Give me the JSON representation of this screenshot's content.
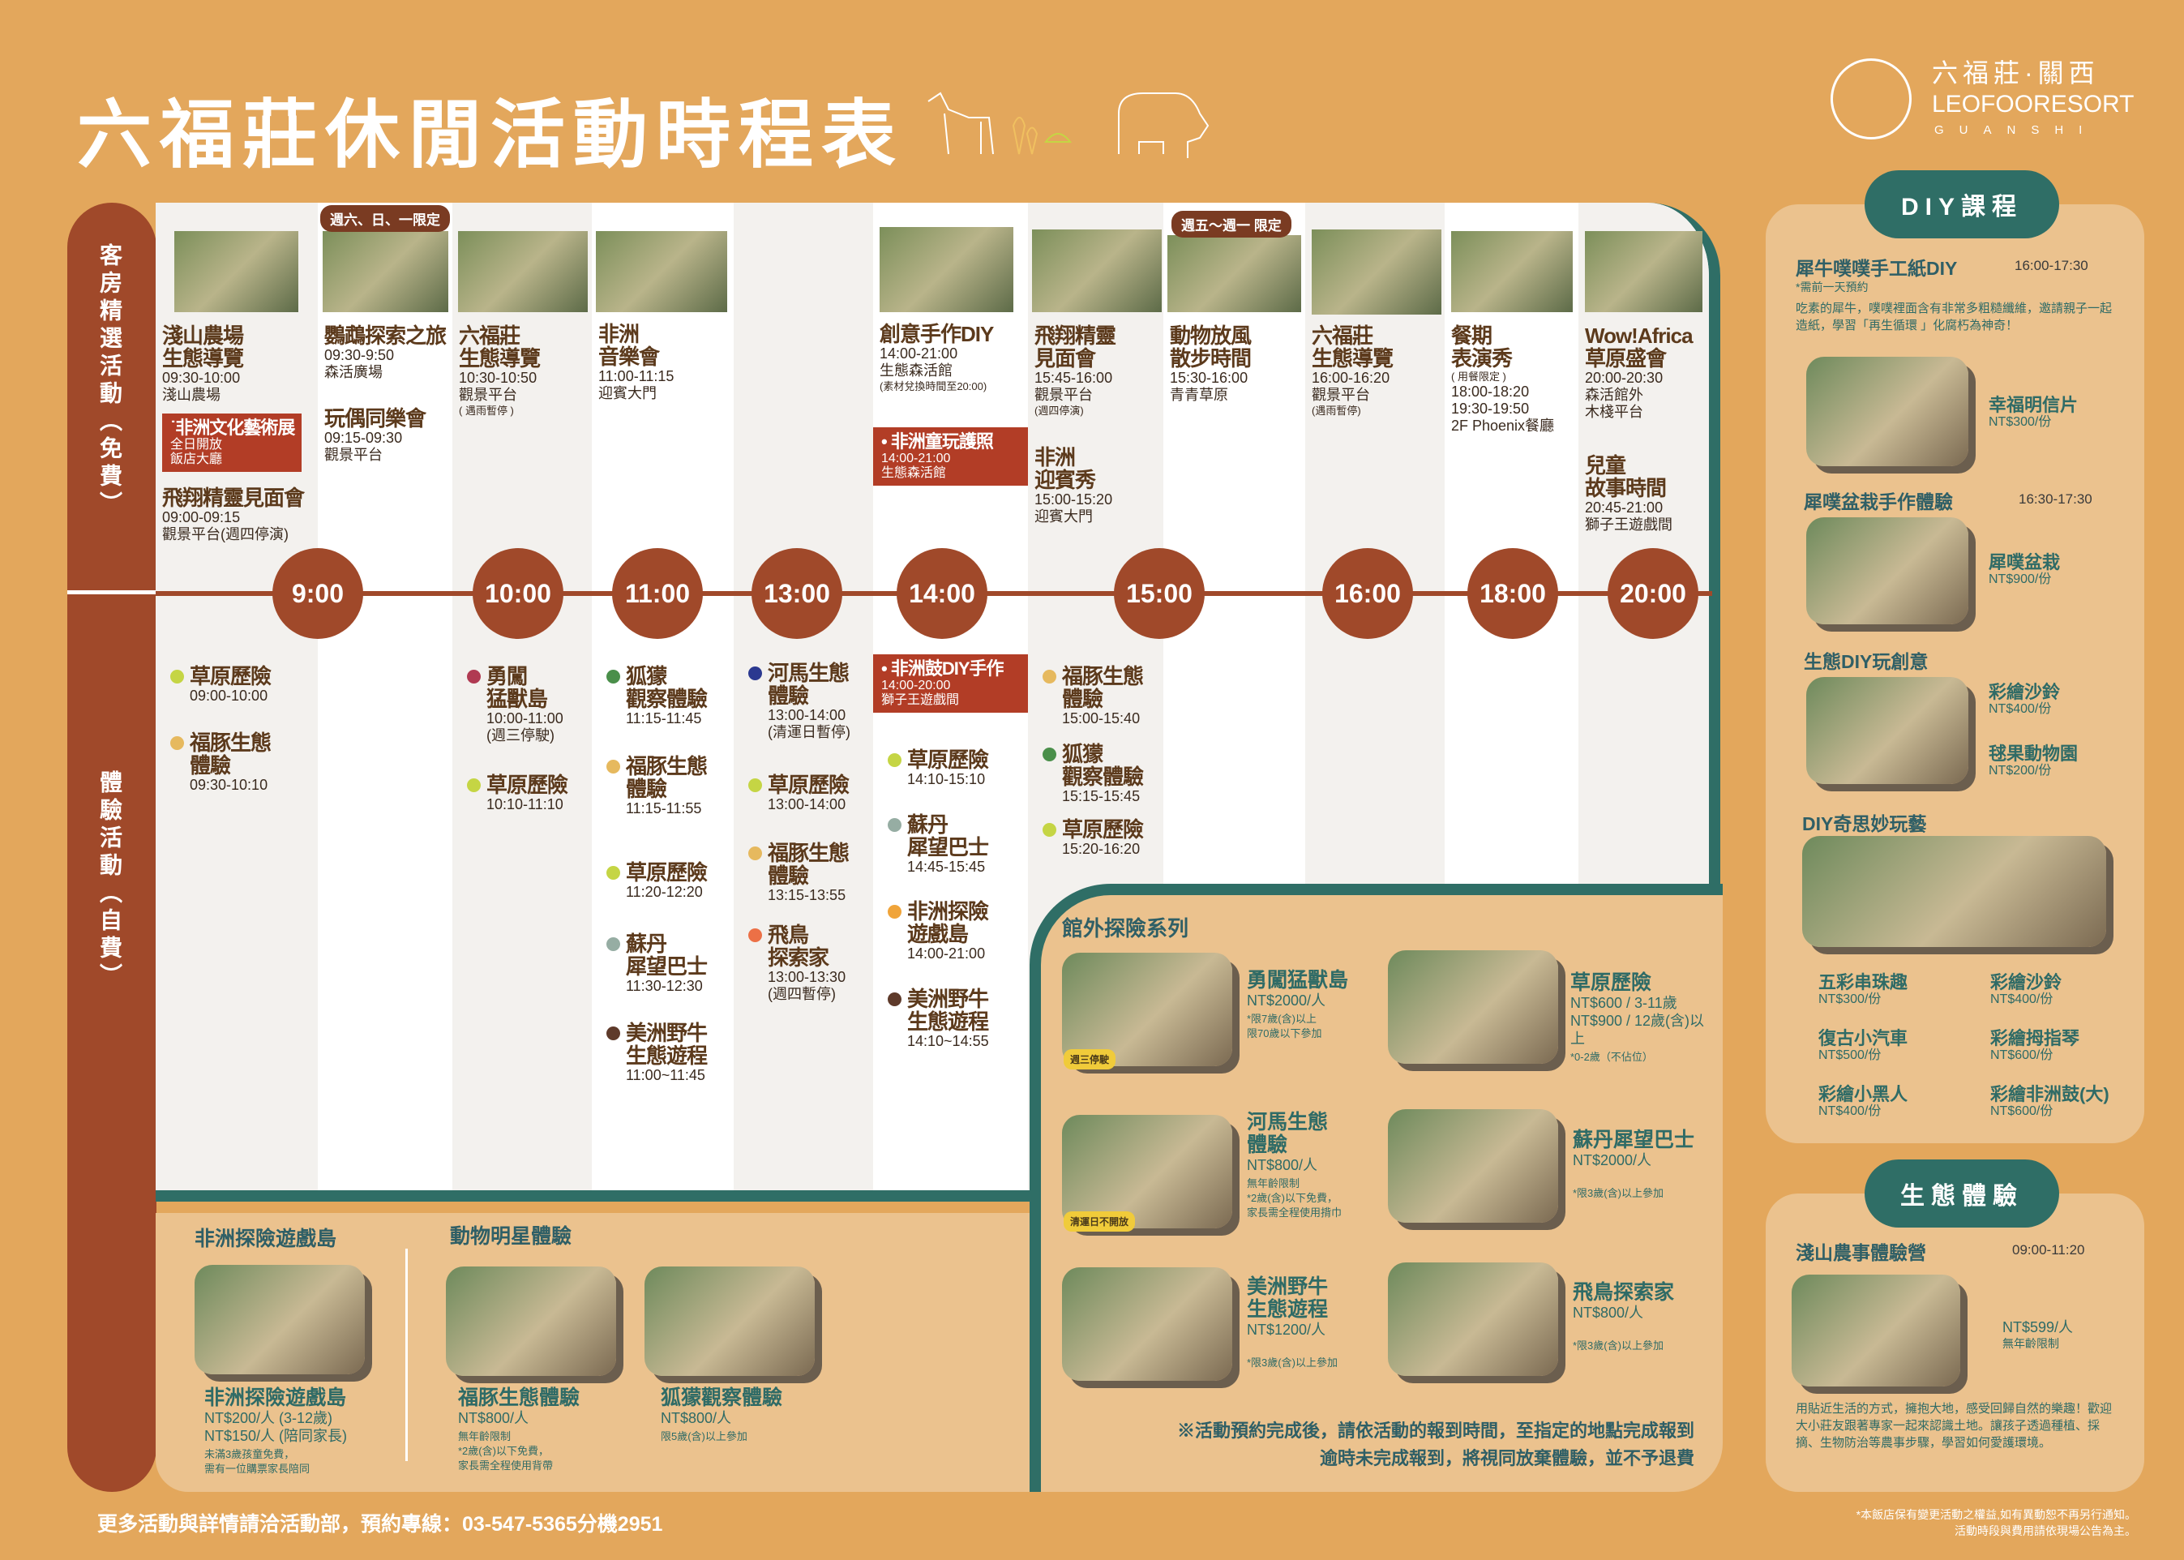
{
  "header": {
    "title": "六福莊休閒活動時程表"
  },
  "logo": {
    "line1": "六福莊·關西",
    "line2": "LEOFOORESORT",
    "line3": "GUANSHI"
  },
  "side_labels": {
    "free": "客房精選活動（免費）",
    "paid": "體驗活動（自費）"
  },
  "timeline": [
    "9:00",
    "10:00",
    "11:00",
    "13:00",
    "14:00",
    "15:00",
    "16:00",
    "18:00",
    "20:00"
  ],
  "free_columns": [
    {
      "items": [
        {
          "title": "淺山農場\n生態導覽",
          "time": "09:30-10:00",
          "location": "淺山農場"
        },
        {
          "highlight": true,
          "title": "˙非洲文化藝術展",
          "time": "全日開放",
          "location": "飯店大廳"
        },
        {
          "title": "飛翔精靈見面會",
          "time": "09:00-09:15",
          "location": "觀景平台(週四停演)"
        }
      ]
    },
    {
      "badge": "週六、日、一限定",
      "items": [
        {
          "title": "鸚鵡探索之旅",
          "time": "09:30-9:50",
          "location": "森活廣場"
        },
        {
          "title": "玩偶同樂會",
          "time": "09:15-09:30",
          "location": "觀景平台"
        }
      ]
    },
    {
      "items": [
        {
          "title": "六福莊\n生態導覽",
          "time": "10:30-10:50",
          "location": "觀景平台",
          "note": "( 遇雨暫停 )"
        }
      ]
    },
    {
      "items": [
        {
          "title": "非洲\n音樂會",
          "time": "11:00-11:15",
          "location": "迎賓大門"
        }
      ]
    },
    {
      "items": []
    },
    {
      "items": [
        {
          "title": "創意手作DIY",
          "time": "14:00-21:00",
          "location": "生態森活館",
          "note": "(素材兌換時間至20:00)"
        },
        {
          "highlight": true,
          "title": "• 非洲童玩護照",
          "time": "14:00-21:00",
          "location": "生態森活館"
        }
      ]
    },
    {
      "items": [
        {
          "title": "飛翔精靈\n見面會",
          "time": "15:45-16:00",
          "location": "觀景平台",
          "note": "(週四停演)"
        },
        {
          "title": "非洲\n迎賓秀",
          "time": "15:00-15:20",
          "location": "迎賓大門"
        }
      ]
    },
    {
      "badge": "週五～週一 限定",
      "items": [
        {
          "title": "動物放風\n散步時間",
          "time": "15:30-16:00",
          "location": "青青草原"
        }
      ]
    },
    {
      "items": [
        {
          "title": "六福莊\n生態導覽",
          "time": "16:00-16:20",
          "location": "觀景平台",
          "note": "(遇雨暫停)"
        }
      ]
    },
    {
      "items": [
        {
          "title": "餐期\n表演秀",
          "note": "( 用餐限定 )",
          "time": "18:00-18:20\n19:30-19:50",
          "location": "2F Phoenix餐廳"
        }
      ]
    },
    {
      "items": [
        {
          "title": "Wow!Africa\n草原盛會",
          "time": "20:00-20:30",
          "location": "森活館外\n木棧平台"
        },
        {
          "title": "兒童\n故事時間",
          "time": "20:45-21:00",
          "location": "獅子王遊戲間"
        }
      ]
    }
  ],
  "paid_columns": [
    [
      {
        "dot": "#C5D544",
        "title": "草原歷險",
        "time": "09:00-10:00"
      },
      {
        "dot": "#E6B95E",
        "title": "福豚生態\n體驗",
        "time": "09:30-10:10"
      }
    ],
    [],
    [
      {
        "dot": "#B03A52",
        "title": "勇闖\n猛獸島",
        "time": "10:00-11:00\n(週三停駛)"
      },
      {
        "dot": "#C5D544",
        "title": "草原歷險",
        "time": "10:10-11:10"
      }
    ],
    [
      {
        "dot": "#4A8F4A",
        "title": "狐獴\n觀察體驗",
        "time": "11:15-11:45"
      },
      {
        "dot": "#E6B95E",
        "title": "福豚生態\n體驗",
        "time": "11:15-11:55"
      },
      {
        "dot": "#C5D544",
        "title": "草原歷險",
        "time": "11:20-12:20"
      },
      {
        "dot": "#96ADA3",
        "title": "蘇丹\n犀望巴士",
        "time": "11:30-12:30"
      },
      {
        "dot": "#5E3A2A",
        "title": "美洲野牛\n生態遊程",
        "time": "11:00~11:45"
      }
    ],
    [
      {
        "dot": "#2B3990",
        "title": "河馬生態\n體驗",
        "time": "13:00-14:00\n(清運日暫停)"
      },
      {
        "dot": "#C5D544",
        "title": "草原歷險",
        "time": "13:00-14:00"
      },
      {
        "dot": "#E6B95E",
        "title": "福豚生態\n體驗",
        "time": "13:15-13:55"
      },
      {
        "dot": "#EC7046",
        "title": "飛鳥\n探索家",
        "time": "13:00-13:30\n(週四暫停)"
      }
    ],
    [
      {
        "highlight": true,
        "title": "• 非洲鼓DIY手作",
        "time": "14:00-20:00",
        "location": "獅子王遊戲間"
      },
      {
        "dot": "#C5D544",
        "title": "草原歷險",
        "time": "14:10-15:10"
      },
      {
        "dot": "#96ADA3",
        "title": "蘇丹\n犀望巴士",
        "time": "14:45-15:45"
      },
      {
        "dot": "#F0A43A",
        "title": "非洲探險\n遊戲島",
        "time": "14:00-21:00"
      },
      {
        "dot": "#5E3A2A",
        "title": "美洲野牛\n生態遊程",
        "time": "14:10~14:55"
      }
    ],
    [
      {
        "dot": "#E6B95E",
        "title": "福豚生態\n體驗",
        "time": "15:00-15:40"
      },
      {
        "dot": "#4A8F4A",
        "title": "狐獴\n觀察體驗",
        "time": "15:15-15:45"
      },
      {
        "dot": "#C5D544",
        "title": "草原歷險",
        "time": "15:20-16:20"
      }
    ]
  ],
  "outdoor": {
    "title": "館外探險系列",
    "cards": [
      {
        "title": "勇闖猛獸島",
        "price": "NT$2000/人",
        "notes": "*限7歲(含)以上\n限70歲以下參加",
        "tag": "週三停駛"
      },
      {
        "title": "草原歷險",
        "price": "NT$600 / 3-11歲\nNT$900 / 12歲(含)以上",
        "notes": "*0-2歲（不佔位）"
      },
      {
        "title": "河馬生態\n體驗",
        "price": "NT$800/人",
        "notes": "無年齡限制\n*2歲(含)以下免費，\n家長需全程使用揹巾",
        "tag": "清運日不開放"
      },
      {
        "title": "蘇丹犀望巴士",
        "price": "NT$2000/人",
        "notes": "\n*限3歲(含)以上參加"
      },
      {
        "title": "美洲野牛\n生態遊程",
        "price": "NT$1200/人",
        "notes": "\n*限3歲(含)以上參加"
      },
      {
        "title": "飛鳥探索家",
        "price": "NT$800/人",
        "notes": "\n*限3歲(含)以上參加"
      }
    ]
  },
  "lower": {
    "section1": "非洲探險遊戲島",
    "section2": "動物明星體驗",
    "cards": [
      {
        "title": "非洲探險遊戲島",
        "price": "NT$200/人 (3-12歲)\nNT$150/人 (陪同家長)",
        "notes": "未滿3歲孩童免費，\n需有一位購票家長陪同"
      },
      {
        "title": "福豚生態體驗",
        "price": "NT$800/人",
        "notes": "無年齡限制\n*2歲(含)以下免費，\n家長需全程使用背帶"
      },
      {
        "title": "狐獴觀察體驗",
        "price": "NT$800/人",
        "notes": "限5歲(含)以上參加"
      }
    ]
  },
  "notice": [
    "※活動預約完成後，請依活動的報到時間，至指定的地點完成報到",
    "逾時未完成報到，將視同放棄體驗，並不予退費"
  ],
  "footer": "更多活動與詳情請洽活動部，預約專線：03-547-5365分機2951",
  "diy": {
    "header": "DIY課程",
    "course1": {
      "title": "犀牛噗噗手工紙DIY",
      "time": "16:00-17:30",
      "sub": "*需前一天預約",
      "desc": "吃素的犀牛，噗噗裡面含有非常多粗糙纖維，邀請親子一起造紙，學習「再生循環 」化腐朽為神奇！",
      "item": {
        "name": "幸福明信片",
        "price": "NT$300/份"
      }
    },
    "course2": {
      "title": "犀噗盆栽手作體驗",
      "time": "16:30-17:30",
      "item": {
        "name": "犀噗盆栽",
        "price": "NT$900/份"
      }
    },
    "course3": {
      "title": "生態DIY玩創意",
      "items": [
        {
          "name": "彩繪沙鈴",
          "price": "NT$400/份"
        },
        {
          "name": "毬果動物園",
          "price": "NT$200/份"
        }
      ]
    },
    "course4": {
      "title": "DIY奇思妙玩藝",
      "items": [
        {
          "name": "五彩串珠趣",
          "price": "NT$300/份"
        },
        {
          "name": "彩繪沙鈴",
          "price": "NT$400/份"
        },
        {
          "name": "復古小汽車",
          "price": "NT$500/份"
        },
        {
          "name": "彩繪拇指琴",
          "price": "NT$600/份"
        },
        {
          "name": "彩繪小黑人",
          "price": "NT$400/份"
        },
        {
          "name": "彩繪非洲鼓(大)",
          "price": "NT$600/份"
        }
      ]
    }
  },
  "eco": {
    "header": "生態體驗",
    "title": "淺山農事體驗營",
    "time": "09:00-11:20",
    "price": "NT$599/人",
    "sub": "無年齡限制",
    "desc": "用貼近生活的方式，擁抱大地，感受回歸自然的樂趣！歡迎大小莊友跟著專家一起來認識土地。讓孩子透過種植、採摘、生物防治等農事步驟，學習如何愛護環境。"
  },
  "disclaimer": [
    "*本飯店保有變更活動之權益,如有異動恕不再另行通知。",
    "活動時段與費用請依現場公告為主。"
  ]
}
